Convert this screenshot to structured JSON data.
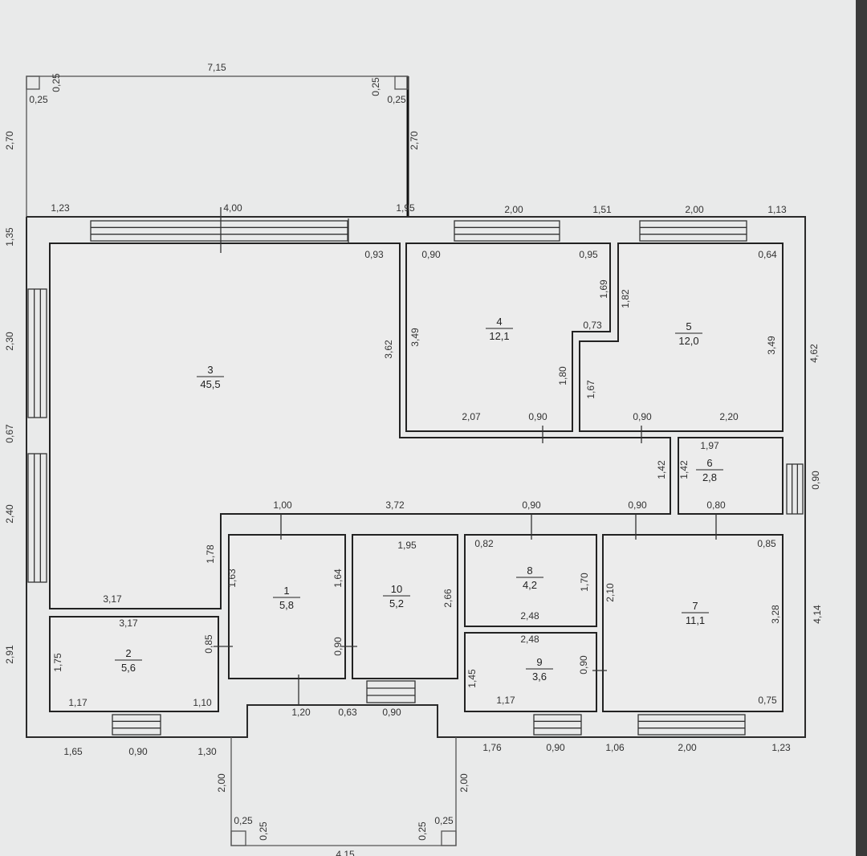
{
  "plan": {
    "rooms": [
      {
        "number": "1",
        "area": "5,8"
      },
      {
        "number": "2",
        "area": "5,6"
      },
      {
        "number": "3",
        "area": "45,5"
      },
      {
        "number": "4",
        "area": "12,1"
      },
      {
        "number": "5",
        "area": "12,0"
      },
      {
        "number": "6",
        "area": "2,8"
      },
      {
        "number": "7",
        "area": "11,1"
      },
      {
        "number": "8",
        "area": "4,2"
      },
      {
        "number": "9",
        "area": "3,6"
      },
      {
        "number": "10",
        "area": "5,2"
      }
    ],
    "dimensions": [
      "7,15",
      "2,70",
      "1,35",
      "2,30",
      "0,67",
      "2,40",
      "2,91",
      "0,25",
      "0,25",
      "0,25",
      "0,25",
      "2,70",
      "1,23",
      "4,00",
      "1,95",
      "2,00",
      "1,51",
      "2,00",
      "1,13",
      "0,93",
      "3,62",
      "3,17",
      "1,78",
      "0,90",
      "0,95",
      "3,49",
      "0,73",
      "1,69",
      "1,80",
      "2,07",
      "0,90",
      "1,82",
      "0,64",
      "3,49",
      "1,67",
      "0,90",
      "2,20",
      "4,62",
      "1,97",
      "1,42",
      "1,42",
      "0,90",
      "0,80",
      "1,00",
      "3,72",
      "0,90",
      "0,90",
      "1,63",
      "1,64",
      "0,85",
      "0,90",
      "1,95",
      "2,66",
      "3,17",
      "1,75",
      "1,17",
      "1,10",
      "1,20",
      "0,63",
      "0,90",
      "1,65",
      "0,90",
      "1,30",
      "2,00",
      "0,25",
      "0,25",
      "0,25",
      "0,25",
      "2,00",
      "4,15",
      "0,82",
      "1,70",
      "2,48",
      "2,10",
      "2,48",
      "1,45",
      "0,90",
      "1,17",
      "0,85",
      "3,28",
      "0,75",
      "4,14",
      "1,76",
      "0,90",
      "1,06",
      "2,00",
      "1,23"
    ]
  }
}
